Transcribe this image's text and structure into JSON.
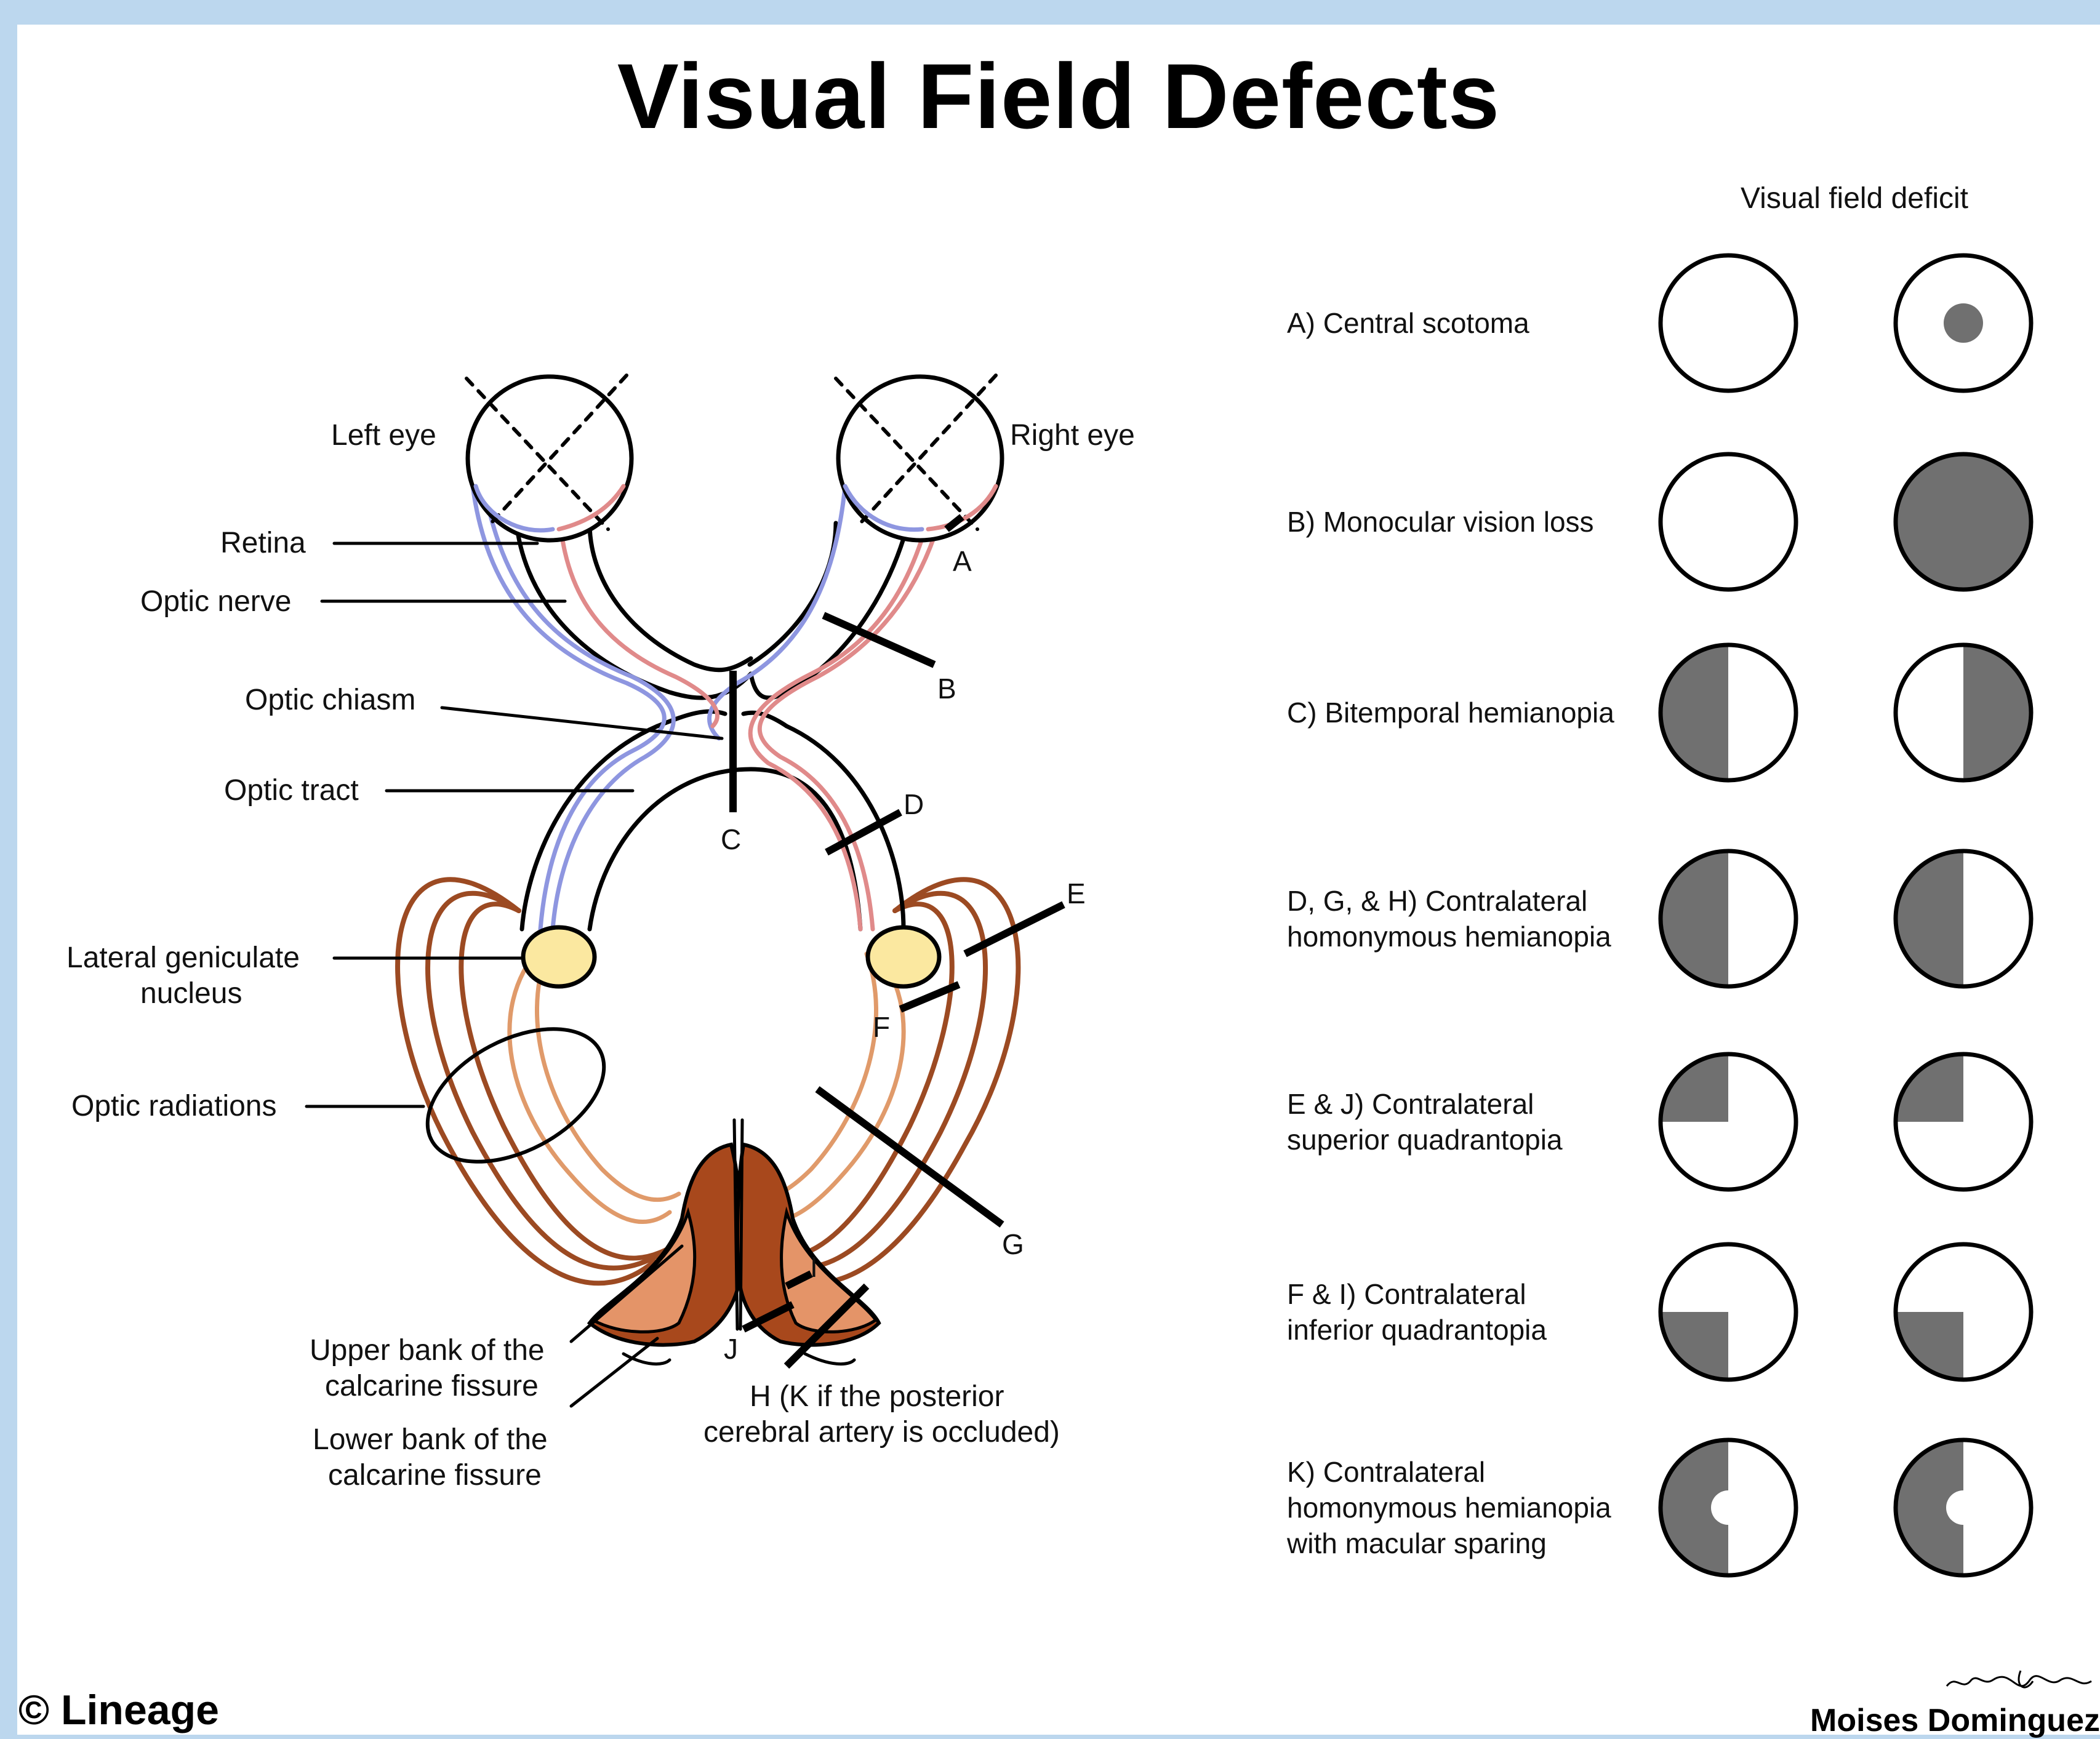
{
  "title": "Visual Field Defects",
  "pathway_labels": {
    "left_eye": "Left eye",
    "right_eye": "Right eye",
    "retina": "Retina",
    "optic_nerve": "Optic nerve",
    "optic_chiasm": "Optic chiasm",
    "optic_tract": "Optic tract",
    "lgn_line1": "Lateral geniculate",
    "lgn_line2": "nucleus",
    "optic_radiations": "Optic radiations",
    "upper_bank_line1": "Upper bank of the",
    "upper_bank_line2": "calcarine fissure",
    "lower_bank_line1": "Lower bank of the",
    "lower_bank_line2": "calcarine fissure",
    "h_line1": "H (K if the posterior",
    "h_line2": "cerebral artery is occluded)"
  },
  "lesion_letters": {
    "a": "A",
    "b": "B",
    "c": "C",
    "d": "D",
    "e": "E",
    "f": "F",
    "g": "G",
    "i": "I",
    "j": "J"
  },
  "deficit_header": "Visual field deficit",
  "deficits": [
    {
      "lines": [
        "A) Central scotoma"
      ],
      "left": "none",
      "right": "central-dot"
    },
    {
      "lines": [
        "B) Monocular vision loss"
      ],
      "left": "none",
      "right": "full"
    },
    {
      "lines": [
        "C) Bitemporal hemianopia"
      ],
      "left": "left-half",
      "right": "right-half"
    },
    {
      "lines": [
        "D, G, & H) Contralateral",
        "homonymous hemianopia"
      ],
      "left": "left-half",
      "right": "left-half"
    },
    {
      "lines": [
        "E & J) Contralateral",
        "superior quadrantopia"
      ],
      "left": "upper-left-quadrant",
      "right": "upper-left-quadrant"
    },
    {
      "lines": [
        "F & I) Contralateral",
        "inferior quadrantopia"
      ],
      "left": "lower-left-quadrant",
      "right": "lower-left-quadrant"
    },
    {
      "lines": [
        "K) Contralateral",
        "homonymous hemianopia",
        "with macular sparing"
      ],
      "left": "left-half-macular-sparing",
      "right": "left-half-macular-sparing"
    }
  ],
  "colors": {
    "background": "#bcd7ee",
    "deficit_fill": "#707070",
    "nasal_fiber": "#8e96e0",
    "temporal_fiber": "#e08a8a",
    "lgn": "#fbe8a0",
    "radiation_dark": "#9c4a22",
    "radiation_light": "#e09a6a",
    "cortex_dark": "#a8481c",
    "cortex_light": "#e49468"
  },
  "copyright": "© Lineage",
  "signature": "Moises Dominguez",
  "author": "Moises Dominguez"
}
